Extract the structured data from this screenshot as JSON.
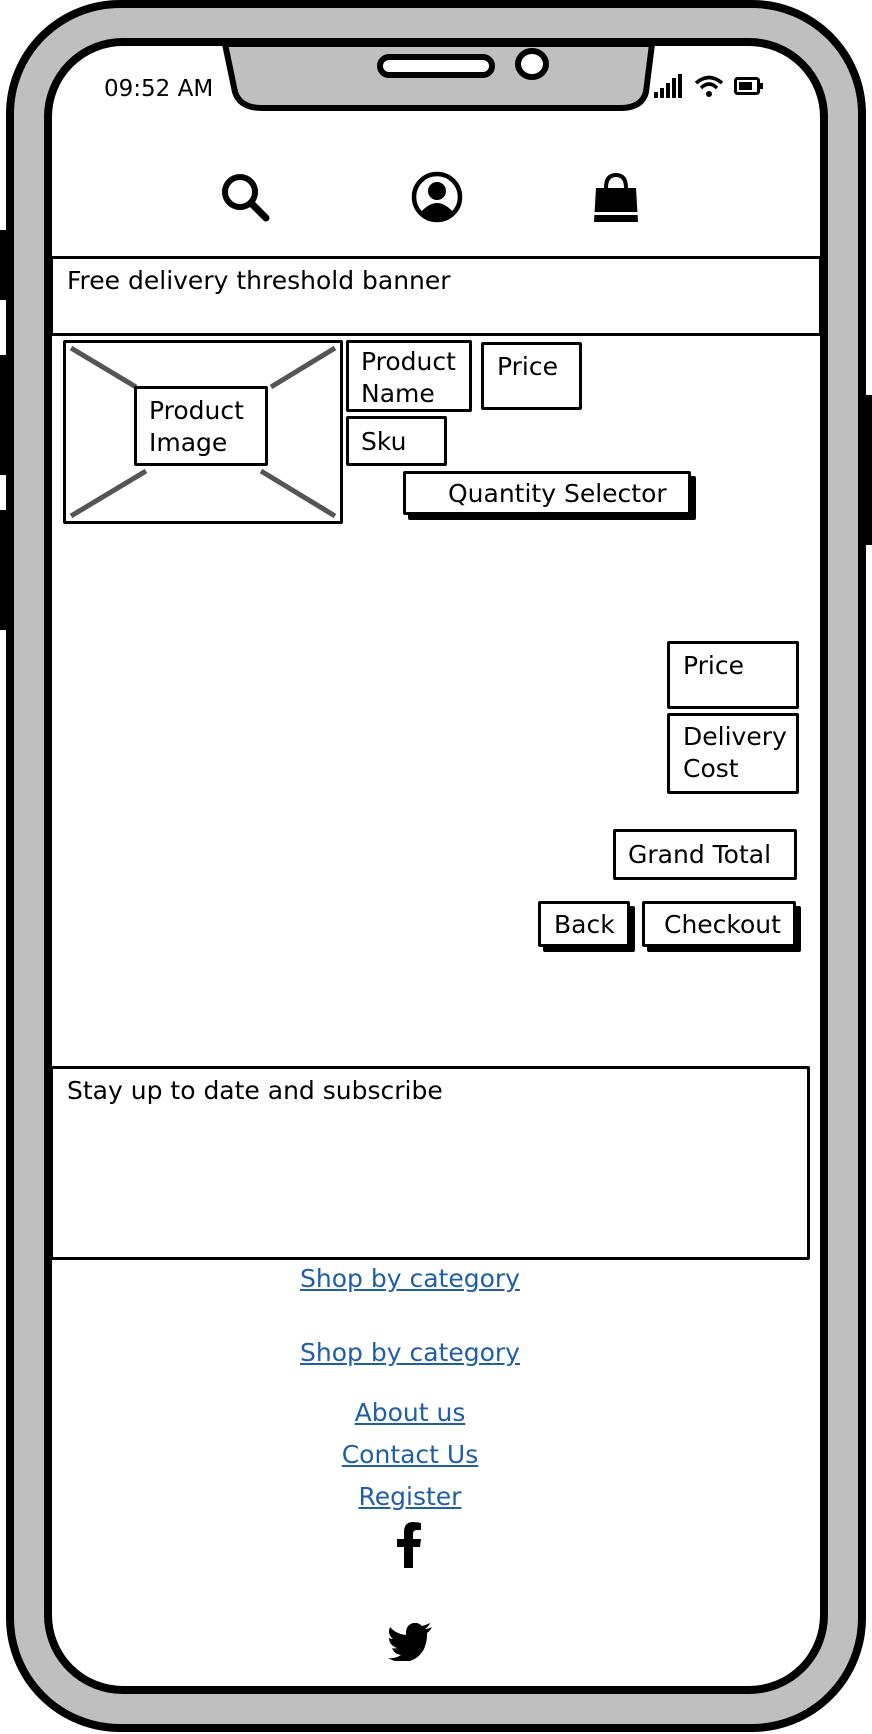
{
  "status_bar": {
    "time": "09:52 AM"
  },
  "header": {
    "icons": [
      "search-icon",
      "user-account-icon",
      "shopping-bag-icon"
    ]
  },
  "banner": {
    "label": "Free delivery threshold banner"
  },
  "product": {
    "image_label": "Product\nImage",
    "name_label": "Product\nName",
    "price_label": "Price",
    "sku_label": "Sku",
    "quantity_label": "Quantity Selector"
  },
  "summary": {
    "price_label": "Price",
    "delivery_label": "Delivery\nCost",
    "grand_total_label": "Grand Total",
    "back_label": "Back",
    "checkout_label": "Checkout"
  },
  "subscribe": {
    "label": "Stay up to date and subscribe"
  },
  "footer": {
    "links": [
      "Shop by category",
      "Shop by category",
      "About us",
      "Contact Us",
      "Register"
    ],
    "social": [
      "facebook-icon",
      "twitter-icon"
    ]
  },
  "colors": {
    "link": "#1f5ea8",
    "frame": "#bfbfbf",
    "placeholder_lines": "#555555"
  }
}
